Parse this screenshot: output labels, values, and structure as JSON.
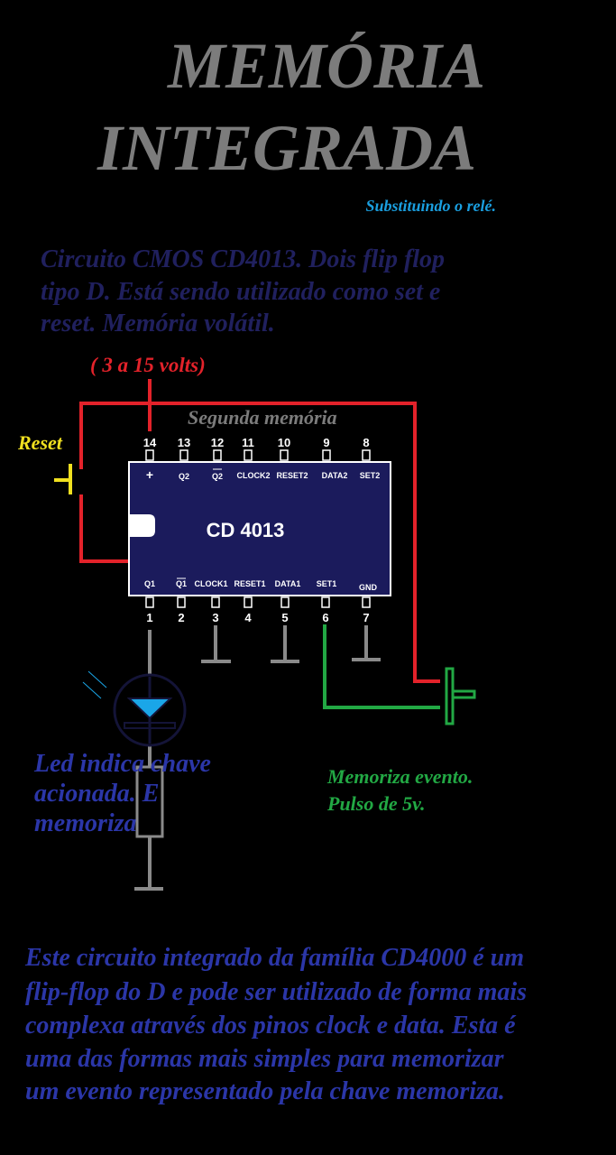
{
  "title": {
    "line1": "MEMÓRIA",
    "line2": "INTEGRADA"
  },
  "subtitle": "Substituindo o relé.",
  "intro": [
    "Circuito CMOS CD4013. Dois flip flop",
    "tipo D. Está sendo utilizado como set e",
    "reset. Memória volátil."
  ],
  "supply_label": "( 3 a 15 volts)",
  "reset_label": "Reset",
  "second_memory_label": "Segunda memória",
  "chip": {
    "name": "CD  4013",
    "top_pins": [
      {
        "num": "14",
        "label": "+"
      },
      {
        "num": "13",
        "label": "Q2"
      },
      {
        "num": "12",
        "label": "Q2"
      },
      {
        "num": "11",
        "label": "CLOCK2"
      },
      {
        "num": "10",
        "label": "RESET2"
      },
      {
        "num": "9",
        "label": "DATA2"
      },
      {
        "num": "8",
        "label": "SET2"
      }
    ],
    "bottom_pins": [
      {
        "num": "1",
        "label": "Q1"
      },
      {
        "num": "2",
        "label": "Q1"
      },
      {
        "num": "3",
        "label": "CLOCK1"
      },
      {
        "num": "4",
        "label": "RESET1"
      },
      {
        "num": "5",
        "label": "DATA1"
      },
      {
        "num": "6",
        "label": "SET1"
      },
      {
        "num": "7",
        "label": "GND"
      }
    ]
  },
  "led_note": [
    "Led indica chave",
    "acionada.  E",
    "memoriza"
  ],
  "switch_note": [
    "Memoriza evento.",
    "Pulso de 5v."
  ],
  "footer": [
    "Este circuito integrado da família CD4000  é um",
    "flip-flop do D e pode  ser utilizado de forma mais",
    "complexa através dos pinos clock e data. Esta é",
    "uma das formas mais simples para memorizar",
    "um evento representado pela chave memoriza."
  ],
  "colors": {
    "supply": "#e3222a",
    "set": "#22a844",
    "reset": "#f0e020",
    "chip": "#1b1b5c",
    "text_blue": "#2b36a8",
    "title_gray": "#7c7c7c"
  }
}
